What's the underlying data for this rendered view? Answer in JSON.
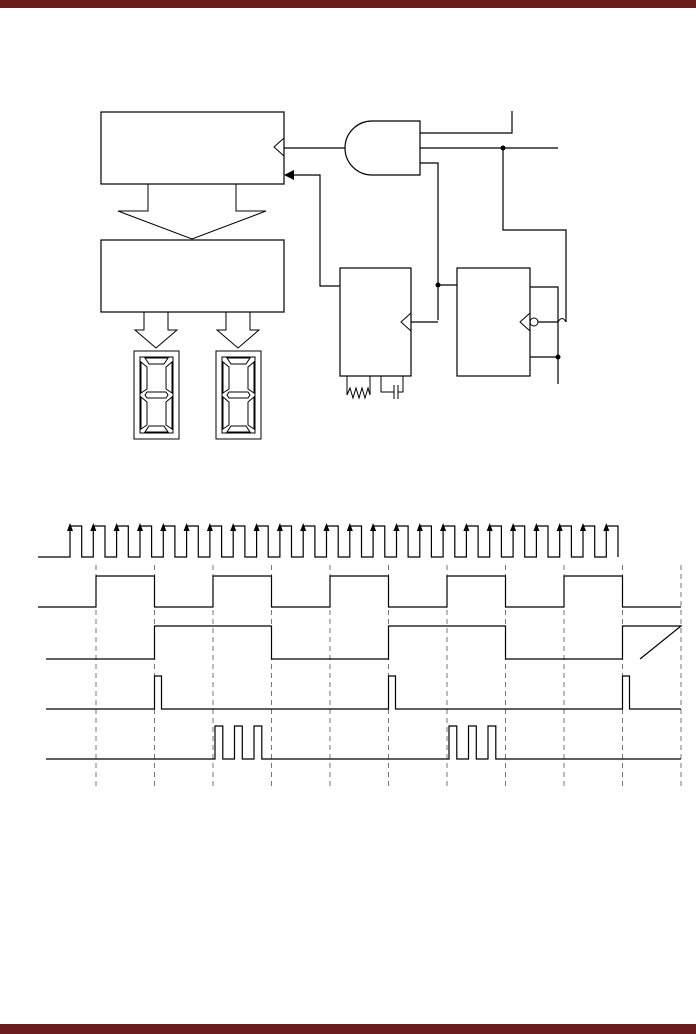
{
  "colors": {
    "page_bar": "#6b1e1e",
    "line": "#000000",
    "guide": "#555555",
    "background": "#ffffff"
  },
  "timing": {
    "clock_pulses": 24,
    "waveforms": [
      {
        "edges": [
          0,
          1,
          0,
          1,
          0,
          1,
          0,
          1,
          0,
          1,
          0
        ]
      },
      {
        "edges": [
          0,
          0,
          1,
          1,
          0,
          0,
          1,
          1,
          0,
          0,
          1
        ]
      },
      {
        "edges": [
          0,
          0,
          1,
          0,
          0,
          0,
          1,
          0,
          0,
          0,
          1
        ]
      },
      {
        "edges": [
          0,
          0,
          0,
          3,
          0,
          0,
          0,
          3,
          0,
          0,
          0
        ]
      }
    ]
  }
}
